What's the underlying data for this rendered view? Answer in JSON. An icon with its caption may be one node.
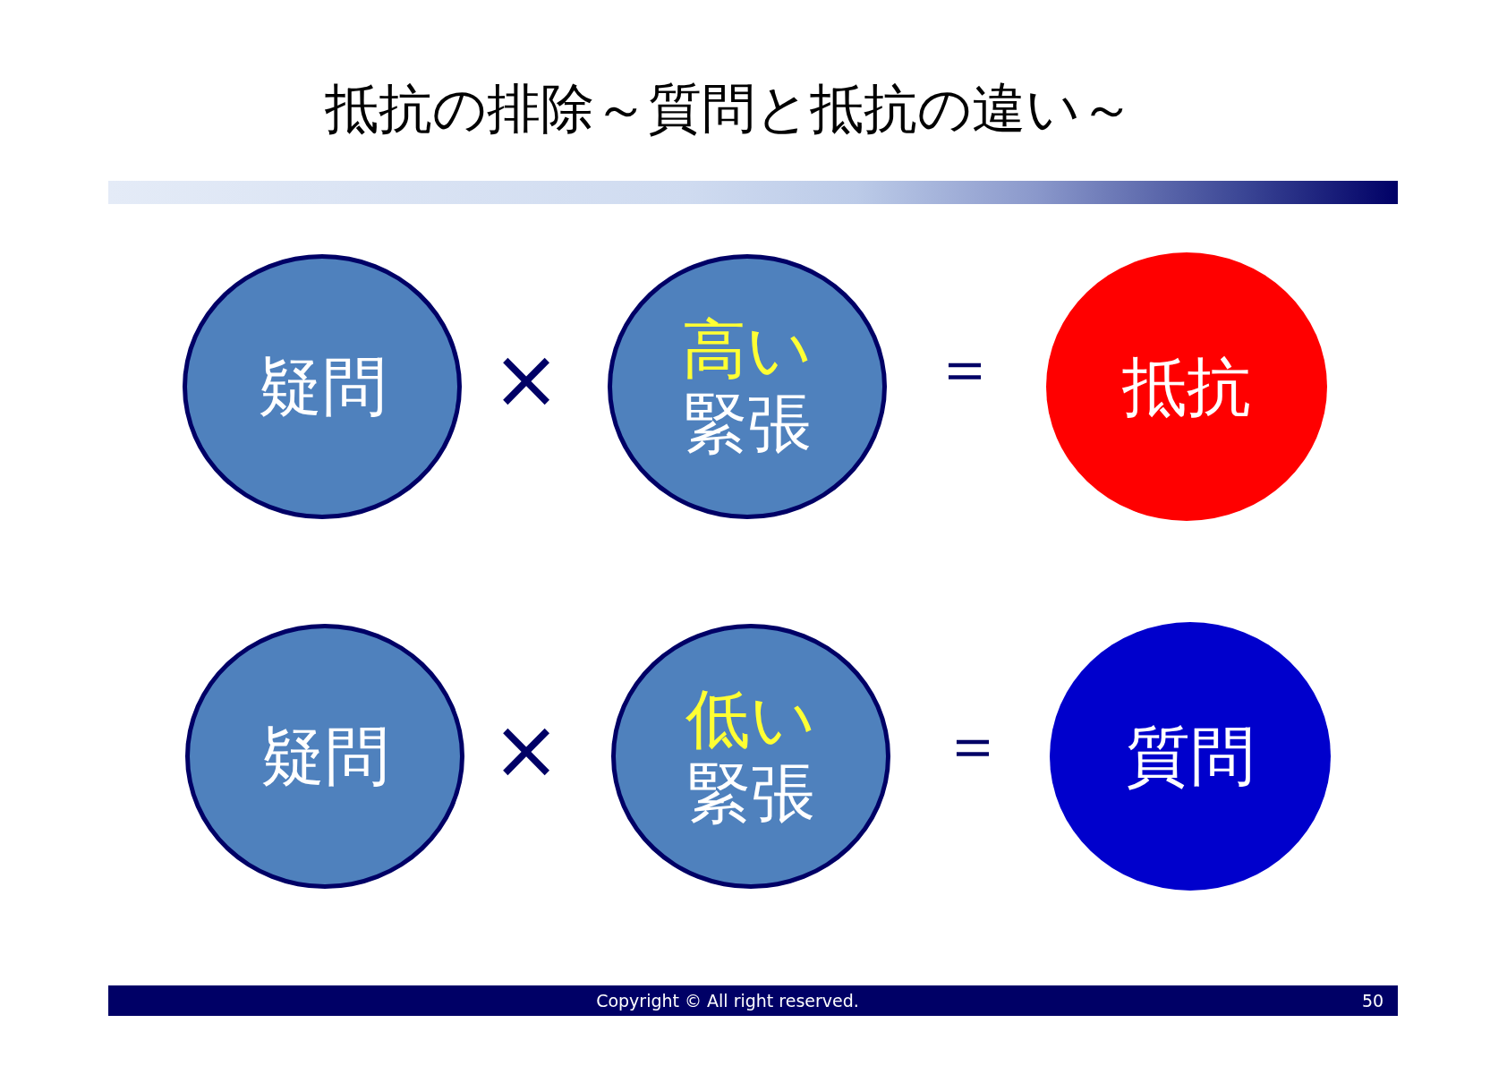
{
  "diagram": {
    "title": "抵抗の排除～質問と抵抗の違い～",
    "nodes": [
      {
        "text": [
          "疑問"
        ]
      },
      {
        "text": [
          "高い",
          "緊張"
        ]
      },
      {
        "text": [
          "抵抗"
        ]
      },
      {
        "text": [
          "疑問"
        ]
      },
      {
        "text": [
          "低い",
          "緊張"
        ]
      },
      {
        "text": [
          "質問"
        ]
      }
    ],
    "labels": [
      "×",
      "＝",
      "×",
      "＝",
      "Copyright © All right reserved.",
      "50"
    ]
  }
}
